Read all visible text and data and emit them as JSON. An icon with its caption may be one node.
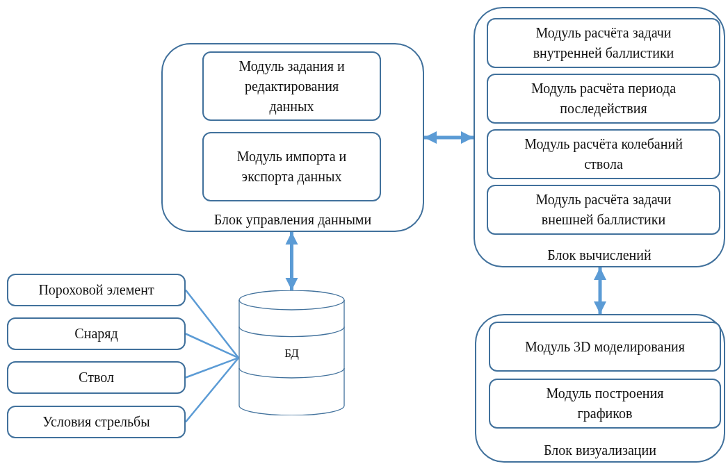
{
  "diagram": {
    "nodes": [
      {
        "text": [
          "Блок управления данными"
        ]
      },
      {
        "text": [
          "Модуль задания и редактирования данных"
        ],
        "in": 0
      },
      {
        "text": [
          "Модуль импорта и экспорта данных"
        ],
        "in": 0
      },
      {
        "text": [
          "Блок вычислений"
        ]
      },
      {
        "text": [
          "Модуль расчёта задачи внутренней баллистики"
        ],
        "in": 3
      },
      {
        "text": [
          "Модуль расчёта периода последействия"
        ],
        "in": 3
      },
      {
        "text": [
          "Модуль расчёта колебаний ствола"
        ],
        "in": 3
      },
      {
        "text": [
          "Модуль расчёта задачи внешней баллистики"
        ],
        "in": 3
      },
      {
        "text": [
          "Блок визуализации"
        ]
      },
      {
        "text": [
          "Модуль 3D моделирования"
        ],
        "in": 8
      },
      {
        "text": [
          "Модуль построения графиков"
        ],
        "in": 8
      },
      {
        "text": [
          "БД"
        ]
      },
      {
        "text": [
          "Пороховой элемент"
        ]
      },
      {
        "text": [
          "Снаряд"
        ]
      },
      {
        "text": [
          "Ствол"
        ]
      },
      {
        "text": [
          "Условия стрельбы"
        ]
      }
    ],
    "edges": [
      {
        "from": 0,
        "to": 3,
        "arrow": "both",
        "style": "thick"
      },
      {
        "from": 0,
        "to": 11,
        "arrow": "both",
        "style": "thick"
      },
      {
        "from": 3,
        "to": 8,
        "arrow": "both",
        "style": "thick"
      },
      {
        "from": 12,
        "to": 11,
        "arrow": "none"
      },
      {
        "from": 13,
        "to": 11,
        "arrow": "none"
      },
      {
        "from": 14,
        "to": 11,
        "arrow": "none"
      },
      {
        "from": 15,
        "to": 11,
        "arrow": "none"
      }
    ]
  }
}
